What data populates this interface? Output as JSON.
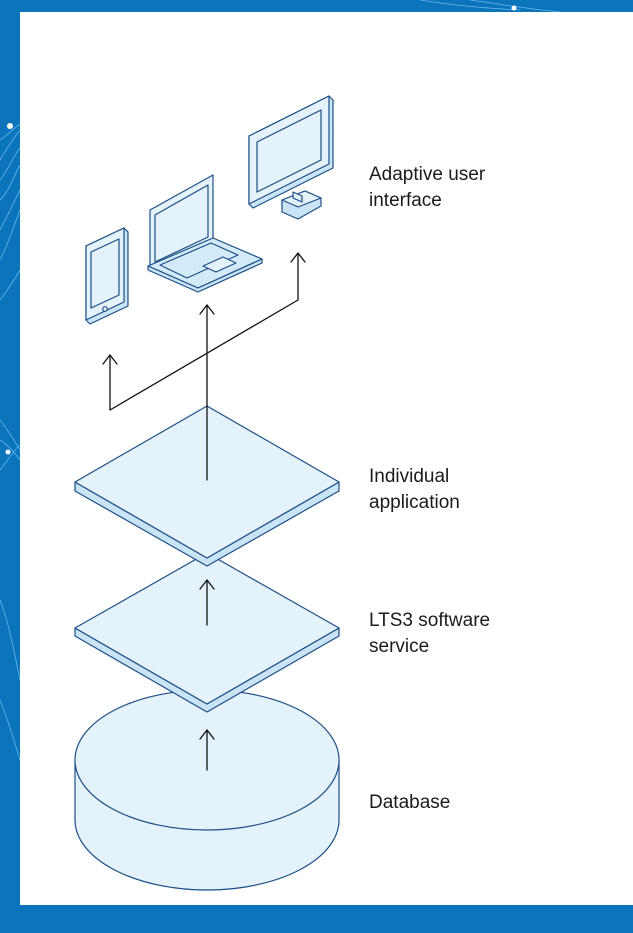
{
  "labels": {
    "ui": [
      "Adaptive user",
      "interface"
    ],
    "app": [
      "Individual",
      "application"
    ],
    "service": [
      "LTS3 software",
      "service"
    ],
    "database": [
      "Database"
    ]
  },
  "colors": {
    "background": "#0b74bb",
    "panel": "#ffffff",
    "fill": "#e3f2fb",
    "stroke": "#1d4f86",
    "arrow": "#111111"
  },
  "icons": [
    "tablet-icon",
    "laptop-icon",
    "monitor-icon"
  ]
}
